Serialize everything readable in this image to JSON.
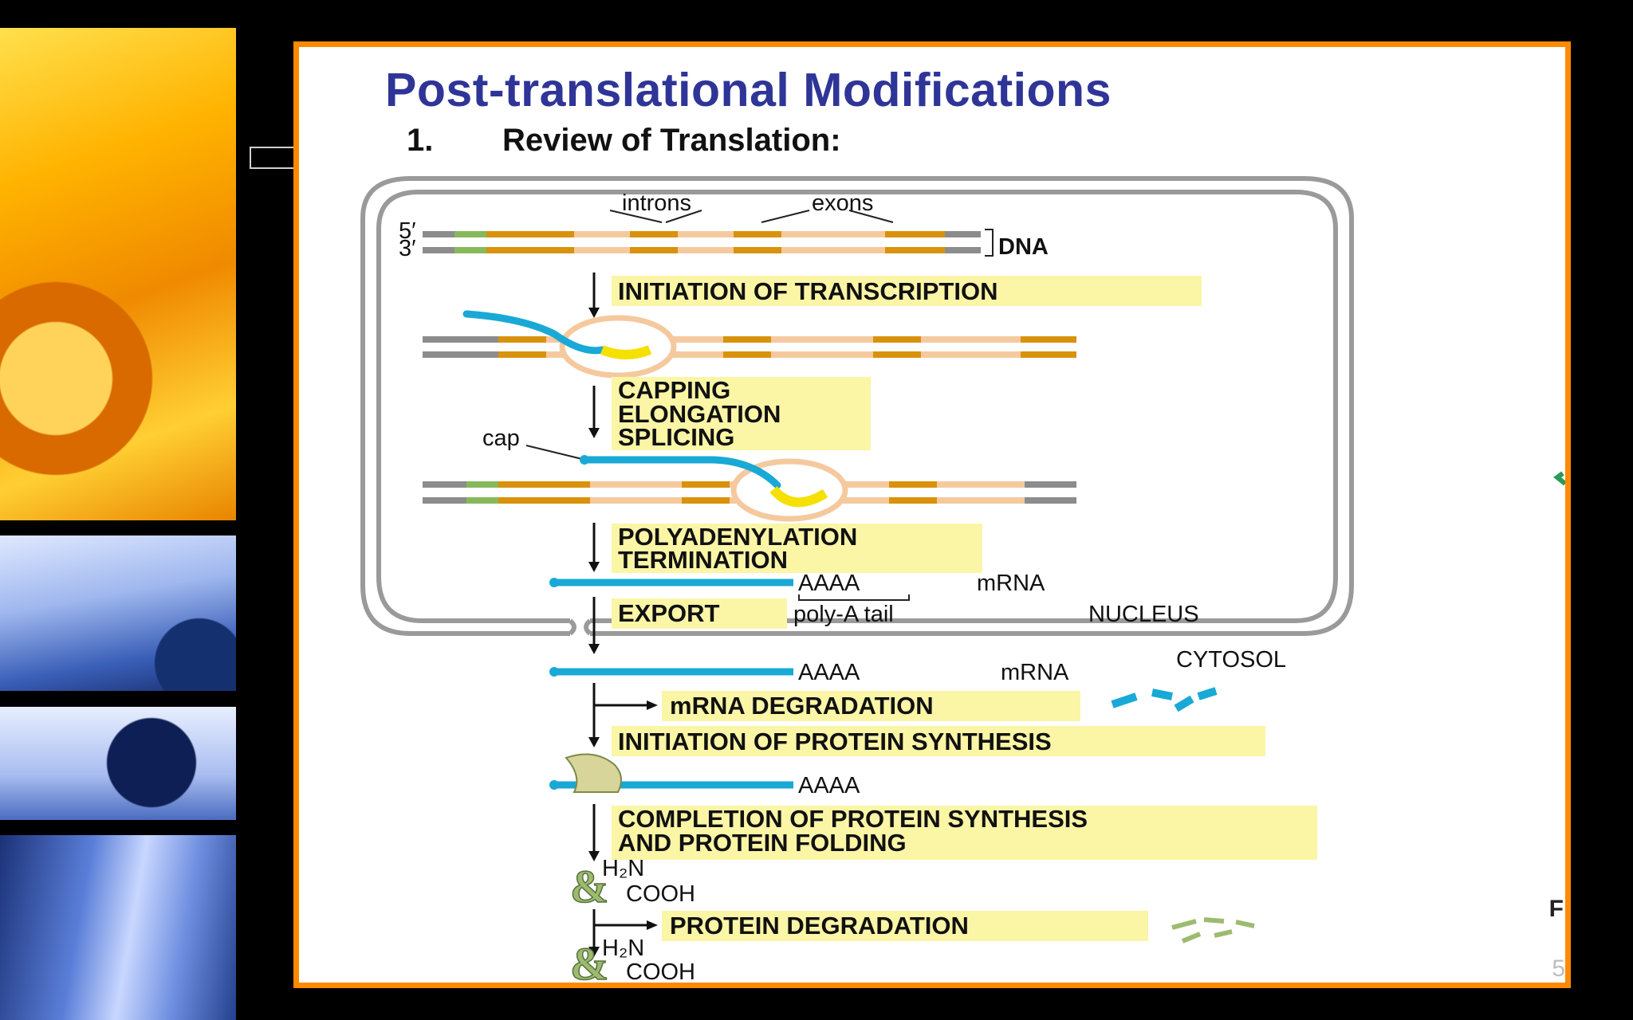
{
  "slide": {
    "title": "Post-translational Modifications",
    "section_number": "1.",
    "section_title": "Review of Translation:",
    "page_number": "5",
    "edge_letter": "F"
  },
  "diagram": {
    "dna_label": "DNA",
    "five_prime": "5′",
    "three_prime": "3′",
    "introns_label": "introns",
    "exons_label": "exons",
    "steps": {
      "initiation_transcription": "INITIATION OF TRANSCRIPTION",
      "capping": "CAPPING",
      "elongation": "ELONGATION",
      "splicing": "SPLICING",
      "polyadenylation": "POLYADENYLATION",
      "termination": "TERMINATION",
      "export": "EXPORT",
      "mrna_degradation": "mRNA DEGRADATION",
      "initiation_protein": "INITIATION OF PROTEIN SYNTHESIS",
      "completion_1": "COMPLETION OF PROTEIN SYNTHESIS",
      "completion_2": "AND PROTEIN FOLDING",
      "protein_degradation": "PROTEIN DEGRADATION"
    },
    "cap_label": "cap",
    "aaaa": "AAAA",
    "mrna": "mRNA",
    "poly_a_tail": "poly-A tail",
    "nucleus": "NUCLEUS",
    "cytosol": "CYTOSOL",
    "h2n": "H₂N",
    "cooh": "COOH"
  },
  "colors": {
    "frame": "#ff8a00",
    "title": "#2f3597",
    "label_highlight": "#fbf5a6",
    "mrna": "#19a9d6",
    "exon": "#d9920b",
    "intron": "#f5c99e",
    "membrane": "#9a9a9a"
  }
}
